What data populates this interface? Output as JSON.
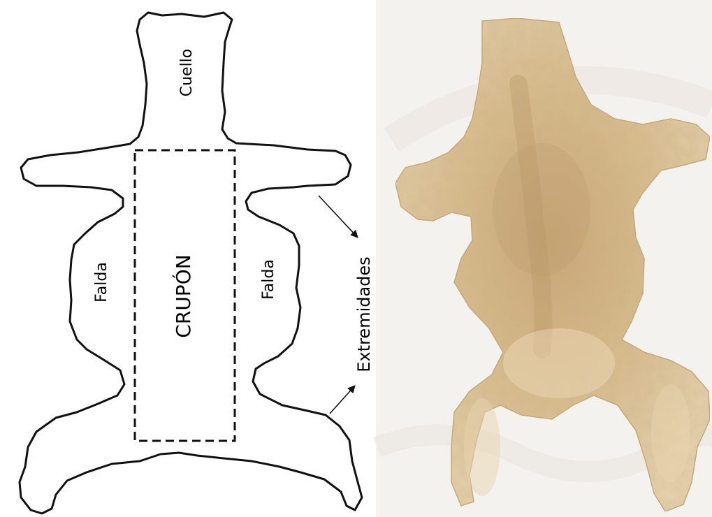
{
  "diagram": {
    "labels": {
      "neck": "Cuello",
      "left_flank": "Falda",
      "right_flank": "Falda",
      "center": "CRUPÓN",
      "extremities": "Extremidades"
    },
    "colors": {
      "outline": "#111111",
      "background": "#ffffff",
      "pelt_base": "#d8bd8e",
      "pelt_shadow": "#b8986a",
      "pelt_light": "#ead7b3",
      "photo_bg": "#f3f1ee"
    }
  }
}
